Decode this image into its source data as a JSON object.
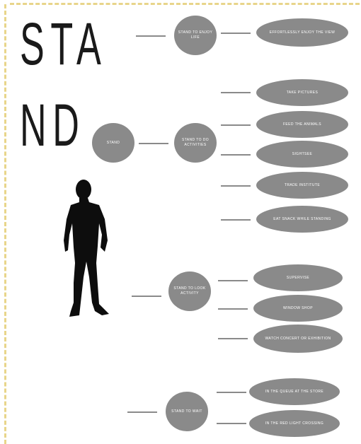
{
  "title": {
    "line1": "STA",
    "line2": "ND"
  },
  "root": {
    "label": "STAND"
  },
  "branches": [
    {
      "label": "STAND TO ENJOY LIFE",
      "leaves": [
        "EFFORTLESSLY ENJOY THE VIEW"
      ]
    },
    {
      "label": "STAND TO DO ACTIVITIES",
      "leaves": [
        "TAKE PICTURES",
        "FEED THE ANIMALS",
        "SIGHTSEE",
        "TRADE INSTITUTE",
        "EAT SNACK WHILE STANDING"
      ]
    },
    {
      "label": "STAND TO LOOK ACTIVITY",
      "leaves": [
        "SUPERVISE",
        "WINDOW SHOP",
        "WATCH CONCERT OR EXHIBITION"
      ]
    },
    {
      "label": "STAND TO WAIT",
      "leaves": [
        "IN THE QUEUE AT THE STORE",
        "IN THE RED LIGHT CROSSING"
      ]
    }
  ],
  "colors": {
    "node": "#8a8a8a",
    "frame": "#e8d58a",
    "title": "#1a1a1a"
  }
}
